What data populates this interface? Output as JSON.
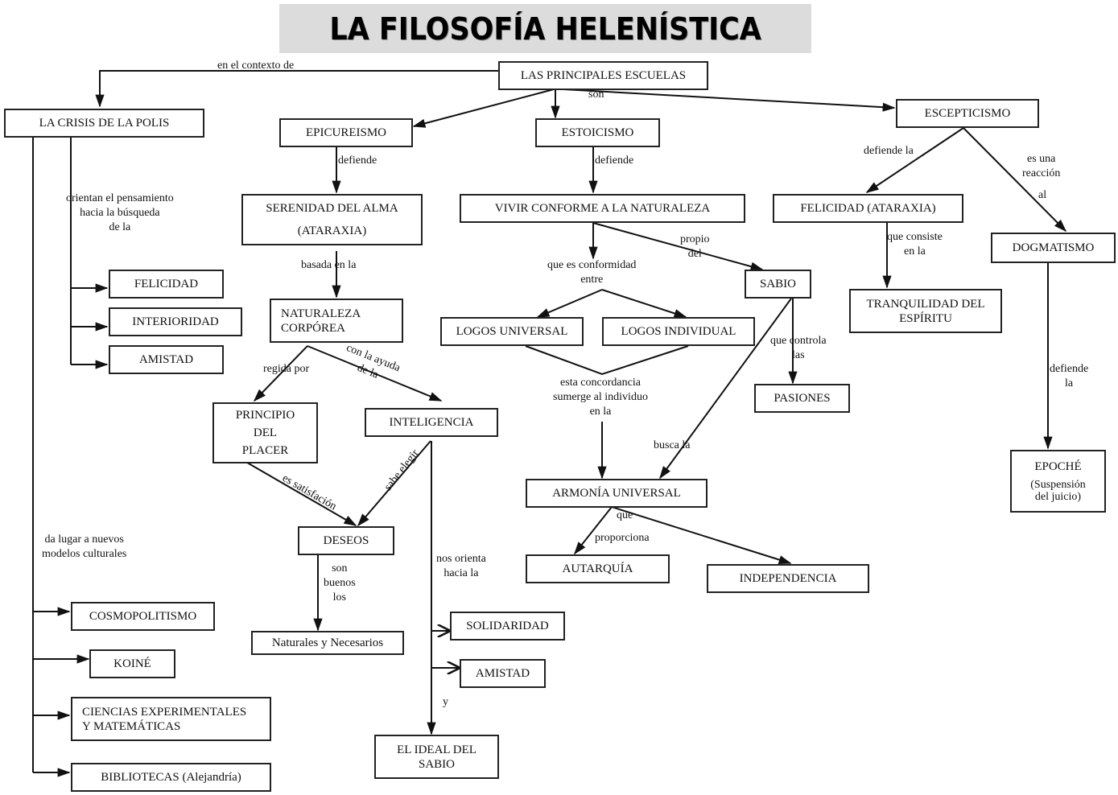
{
  "title": "LA FILOSOFÍA HELENÍSTICA",
  "nodes": {
    "principales": "LAS PRINCIPALES ESCUELAS",
    "crisis": "LA CRISIS DE LA POLIS",
    "epicureismo": "EPICUREISMO",
    "estoicismo": "ESTOICISMO",
    "escepticismo": "ESCEPTICISMO",
    "serenidad": "SERENIDAD DEL ALMA\n(ATARAXIA)",
    "vivir": "VIVIR CONFORME A LA NATURALEZA",
    "felicidad_ataraxia": "FELICIDAD (ATARAXIA)",
    "dogmatismo": "DOGMATISMO",
    "felicidad": "FELICIDAD",
    "interioridad": "INTERIORIDAD",
    "amistad_1": "AMISTAD",
    "naturaleza": "NATURALEZA\nCORPÓREA",
    "sabio": "SABIO",
    "logos_universal": "LOGOS UNIVERSAL",
    "logos_individual": "LOGOS INDIVIDUAL",
    "tranquilidad": "TRANQUILIDAD DEL\nESPÍRITU",
    "pasiones": "PASIONES",
    "principio": "PRINCIPIO\nDEL\nPLACER",
    "inteligencia": "INTELIGENCIA",
    "epoche": "EPOCHÉ",
    "epoche_sub": "(Suspensión\ndel juicio)",
    "armonia": "ARMONÍA UNIVERSAL",
    "deseos": "DESEOS",
    "autarquia": "AUTARQUÍA",
    "independencia": "INDEPENDENCIA",
    "cosmopolitismo": "COSMOPOLITISMO",
    "naturales": "Naturales y Necesarios",
    "solidaridad": "SOLIDARIDAD",
    "koine": "KOINÉ",
    "amistad_2": "AMISTAD",
    "ciencias": "CIENCIAS  EXPERIMENTALES\nY MATEMÁTICAS",
    "ideal": "EL IDEAL DEL\nSABIO",
    "bibliotecas": "BIBLIOTECAS (Alejandría)"
  },
  "links": {
    "contexto": "en el contexto de",
    "son": "son",
    "epi_defiende": "defiende",
    "est_defiende": "defiende",
    "esc_defiende": "defiende la",
    "reaccion": "es una\nreacción",
    "reaccion_al": "al",
    "orientan": "orientan el pensamiento\nhacia la búsqueda\nde la",
    "basada": "basada en la",
    "conformidad": "que es conformidad\nentre",
    "propio": "propio\ndel",
    "consiste": "que consiste\nen la",
    "controla": "que controla\nlas",
    "regida": "regida por",
    "ayuda": "con la ayuda\nde la",
    "concordancia": "esta concordancia\nsumerge al individuo\nen la",
    "busca": "busca la",
    "dog_defiende": "defiende\nla",
    "satisfaccion": "es satisfación",
    "elegir": "sabe elegir",
    "da_lugar": "da lugar a nuevos\nmodelos culturales",
    "que": "que",
    "proporciona": "proporciona",
    "son_buenos": "son\nbuenos\nlos",
    "orienta": "nos orienta\nhacia la",
    "y": "y"
  }
}
